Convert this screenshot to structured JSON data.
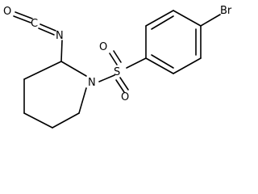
{
  "molecule": {
    "atom_labels": {
      "oxygen_isocyanate": "O",
      "carbon_isocyanate": "C",
      "nitrogen_isocyanate": "N",
      "nitrogen_ring": "N",
      "sulfur": "S",
      "oxygen_sulfonyl_top": "O",
      "oxygen_sulfonyl_bottom": "O",
      "bromine": "Br"
    },
    "colors": {
      "bond": "#000000",
      "label": "#000000",
      "background": "#ffffff"
    }
  }
}
